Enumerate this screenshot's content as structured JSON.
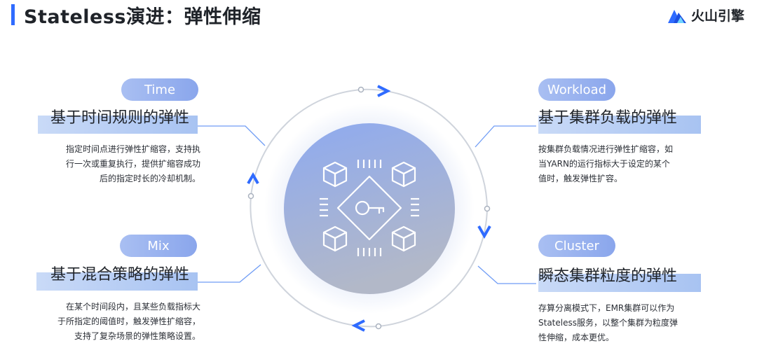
{
  "page": {
    "title": "Stateless演进：弹性伸缩"
  },
  "logo": {
    "text": "火山引擎",
    "icon": "volcano-mountain-icon",
    "color": "#2f6bff"
  },
  "cards": [
    {
      "tag": "Time",
      "heading": "基于时间规则的弹性",
      "lines": [
        "指定时间点进行弹性扩缩容，支持执",
        "行一次或重复执行，提供扩缩容成功",
        "后的指定时长的冷却机制。"
      ]
    },
    {
      "tag": "Workload",
      "heading": "基于集群负载的弹性",
      "lines": [
        "按集群负载情况进行弹性扩缩容，如",
        "当YARN的运行指标大于设定的某个",
        "值时，触发弹性扩容。"
      ]
    },
    {
      "tag": "Mix",
      "heading": "基于混合策略的弹性",
      "lines": [
        "在某个时间段内，且某些负载指标大",
        "于所指定的阈值时，触发弹性扩缩容，",
        "支持了复杂场景的弹性策略设置。"
      ]
    },
    {
      "tag": "Cluster",
      "heading": "瞬态集群粒度的弹性",
      "lines": [
        "存算分离模式下，EMR集群可以作为",
        "Stateless服务，以整个集群为粒度弹",
        "性伸缩，成本更优。"
      ]
    }
  ],
  "colors": {
    "accent": "#2f6bff",
    "pill": "#8aa6ec",
    "circle_top": "#8eaaf0",
    "circle_bottom": "#a9b2c9"
  },
  "center": {
    "icon": "network-cubes-key-icon"
  }
}
